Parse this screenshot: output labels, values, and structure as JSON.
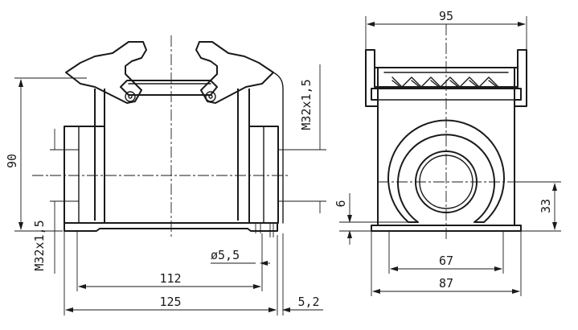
{
  "dimensions": {
    "d95": "95",
    "d90": "90",
    "m32_right": "M32x1,5",
    "m32_left": "M32x1,5",
    "d6": "6",
    "d33": "33",
    "d5_5": "ø5,5",
    "d112": "112",
    "d125": "125",
    "d5_2": "5,2",
    "d67": "67",
    "d87": "87"
  }
}
